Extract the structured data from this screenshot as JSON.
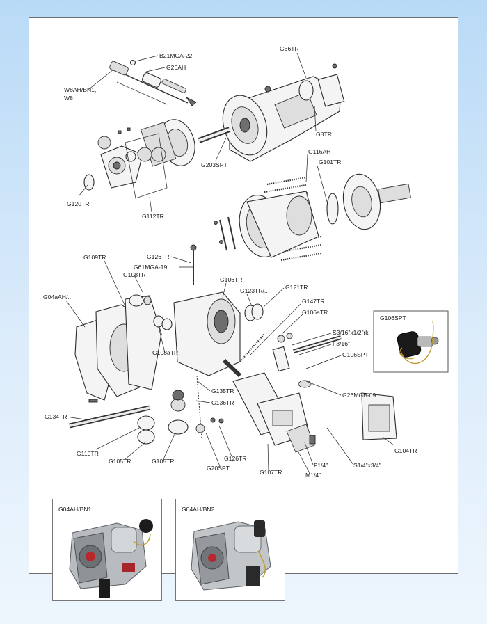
{
  "labels": {
    "b21mga22": "B21MGA-22",
    "g66tr": "G66TR",
    "g26ah": "G26AH",
    "w8ahbn1": "W8AH/BN1,",
    "w8": "W8",
    "g8tr": "G8TR",
    "g203spt": "G203SPT",
    "g116ah": "G116AH",
    "g101tr": "G101TR",
    "g120tr": "G120TR",
    "g112tr": "G112TR",
    "g126tr_top": "G126TR",
    "g61mga19": "G61MGA-19",
    "g109tr": "G109TR",
    "g108tr": "G108TR",
    "g106tr": "G106TR",
    "g123tr": "G123TR/..",
    "g121tr": "G121TR",
    "g04aah": "G04aAH/..",
    "g147tr": "G147TR",
    "g106atr": "G106aTR",
    "g106spt_box": "G106SPT",
    "s316": "S3/16”x1/2”rk",
    "f316": "F3/16”",
    "g106spt": "G106SPT",
    "g108atr": "G108aTR",
    "g26mgb09": "G26MGB-09",
    "g135tr": "G135TR",
    "g136tr": "G136TR",
    "g134tr": "G134TR",
    "g104tr": "G104TR",
    "g110tr": "G110TR",
    "g105tr_a": "G105TR",
    "g105tr_b": "G105TR",
    "g126tr_bottom": "G126TR",
    "g20spt": "G20SPT",
    "g107tr": "G107TR",
    "f14": "F1/4”",
    "s14x34": "S1/4”x3/4”",
    "m14": "M1/4”"
  },
  "photos": {
    "left_caption": "G04AH/BN1",
    "right_caption": "G04AH/BN2"
  }
}
